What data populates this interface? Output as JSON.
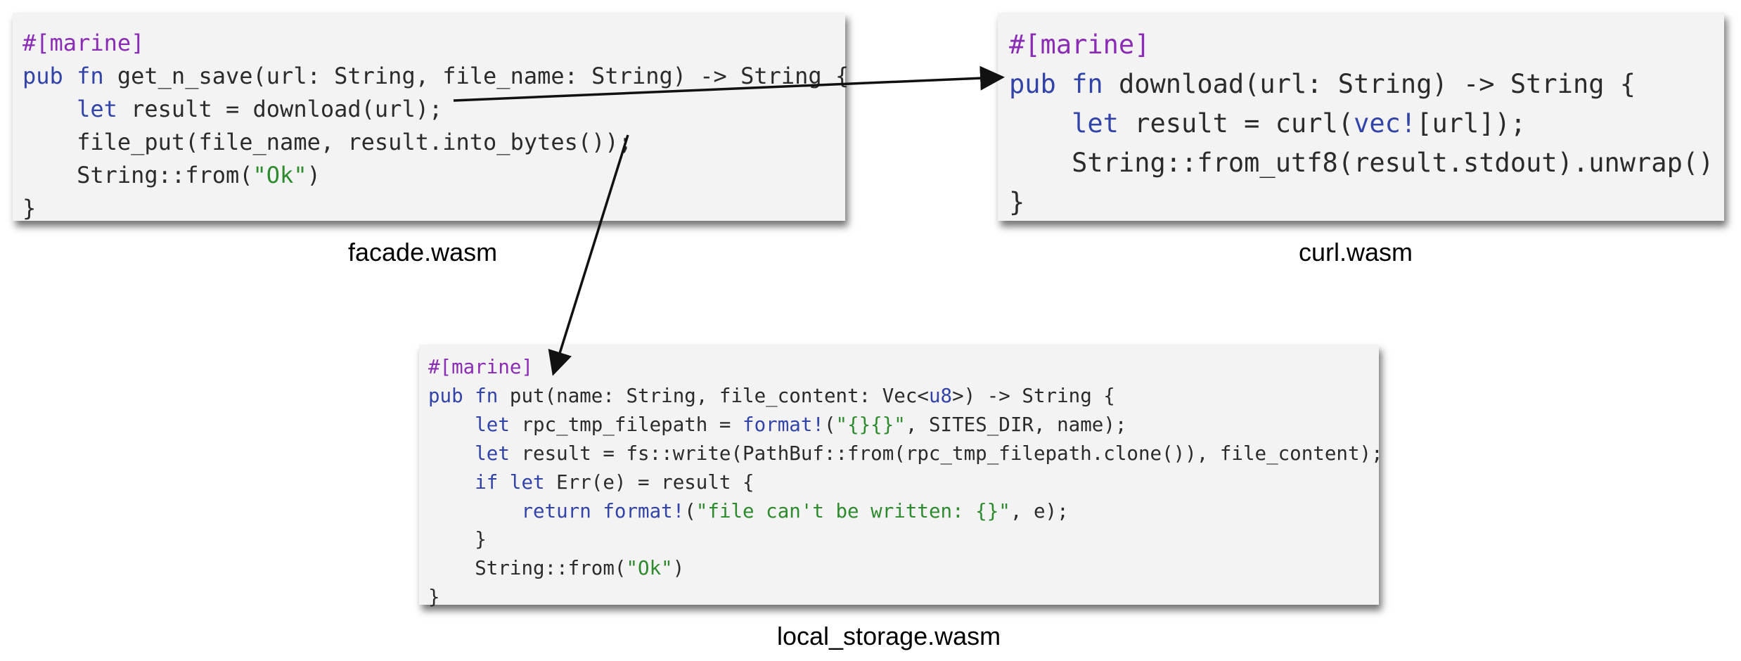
{
  "blocks": {
    "facade": {
      "caption": "facade.wasm",
      "lines": [
        [
          {
            "c": "attr",
            "t": "#[marine]"
          }
        ],
        [
          {
            "c": "kw",
            "t": "pub"
          },
          {
            "c": "plain",
            "t": " "
          },
          {
            "c": "kw",
            "t": "fn"
          },
          {
            "c": "plain",
            "t": " get_n_save(url: String, file_name: String) -> String {"
          }
        ],
        [
          {
            "c": "plain",
            "t": "    "
          },
          {
            "c": "kw",
            "t": "let"
          },
          {
            "c": "plain",
            "t": " result = download(url);"
          }
        ],
        [
          {
            "c": "plain",
            "t": "    file_put(file_name, result.into_bytes());"
          }
        ],
        [
          {
            "c": "plain",
            "t": "    String::from("
          },
          {
            "c": "str",
            "t": "\"Ok\""
          },
          {
            "c": "plain",
            "t": ")"
          }
        ],
        [
          {
            "c": "plain",
            "t": "}"
          }
        ]
      ]
    },
    "curl": {
      "caption": "curl.wasm",
      "lines": [
        [
          {
            "c": "attr",
            "t": "#[marine]"
          }
        ],
        [
          {
            "c": "kw",
            "t": "pub"
          },
          {
            "c": "plain",
            "t": " "
          },
          {
            "c": "kw",
            "t": "fn"
          },
          {
            "c": "plain",
            "t": " download(url: String) -> String {"
          }
        ],
        [
          {
            "c": "plain",
            "t": "    "
          },
          {
            "c": "kw",
            "t": "let"
          },
          {
            "c": "plain",
            "t": " result = curl("
          },
          {
            "c": "kw",
            "t": "vec!"
          },
          {
            "c": "plain",
            "t": "[url]);"
          }
        ],
        [
          {
            "c": "plain",
            "t": "    String::from_utf8(result.stdout).unwrap()"
          }
        ],
        [
          {
            "c": "plain",
            "t": "}"
          }
        ]
      ]
    },
    "local": {
      "caption": "local_storage.wasm",
      "lines": [
        [
          {
            "c": "attr",
            "t": "#[marine]"
          }
        ],
        [
          {
            "c": "kw",
            "t": "pub"
          },
          {
            "c": "plain",
            "t": " "
          },
          {
            "c": "kw",
            "t": "fn"
          },
          {
            "c": "plain",
            "t": " put(name: String, file_content: Vec<"
          },
          {
            "c": "kw",
            "t": "u8"
          },
          {
            "c": "plain",
            "t": ">) -> String {"
          }
        ],
        [
          {
            "c": "plain",
            "t": "    "
          },
          {
            "c": "kw",
            "t": "let"
          },
          {
            "c": "plain",
            "t": " rpc_tmp_filepath = "
          },
          {
            "c": "kw",
            "t": "format!"
          },
          {
            "c": "plain",
            "t": "("
          },
          {
            "c": "str",
            "t": "\"{}{}\""
          },
          {
            "c": "plain",
            "t": ", SITES_DIR, name);"
          }
        ],
        [
          {
            "c": "plain",
            "t": "    "
          },
          {
            "c": "kw",
            "t": "let"
          },
          {
            "c": "plain",
            "t": " result = fs::write(PathBuf::from(rpc_tmp_filepath.clone()), file_content);"
          }
        ],
        [
          {
            "c": "plain",
            "t": "    "
          },
          {
            "c": "kw",
            "t": "if let"
          },
          {
            "c": "plain",
            "t": " Err(e) = result {"
          }
        ],
        [
          {
            "c": "plain",
            "t": "        "
          },
          {
            "c": "kw",
            "t": "return"
          },
          {
            "c": "plain",
            "t": " "
          },
          {
            "c": "kw",
            "t": "format!"
          },
          {
            "c": "plain",
            "t": "("
          },
          {
            "c": "str",
            "t": "\"file can't be written: {}\""
          },
          {
            "c": "plain",
            "t": ", e);"
          }
        ],
        [
          {
            "c": "plain",
            "t": "    }"
          }
        ],
        [
          {
            "c": "plain",
            "t": "    String::from("
          },
          {
            "c": "str",
            "t": "\"Ok\""
          },
          {
            "c": "plain",
            "t": ")"
          }
        ],
        [
          {
            "c": "plain",
            "t": "}"
          }
        ]
      ]
    }
  },
  "colors": {
    "attribute": "#8a2db4",
    "keyword": "#3344a8",
    "string": "#2e8a2e",
    "text": "#2b2b2b",
    "arrow": "#111111"
  }
}
